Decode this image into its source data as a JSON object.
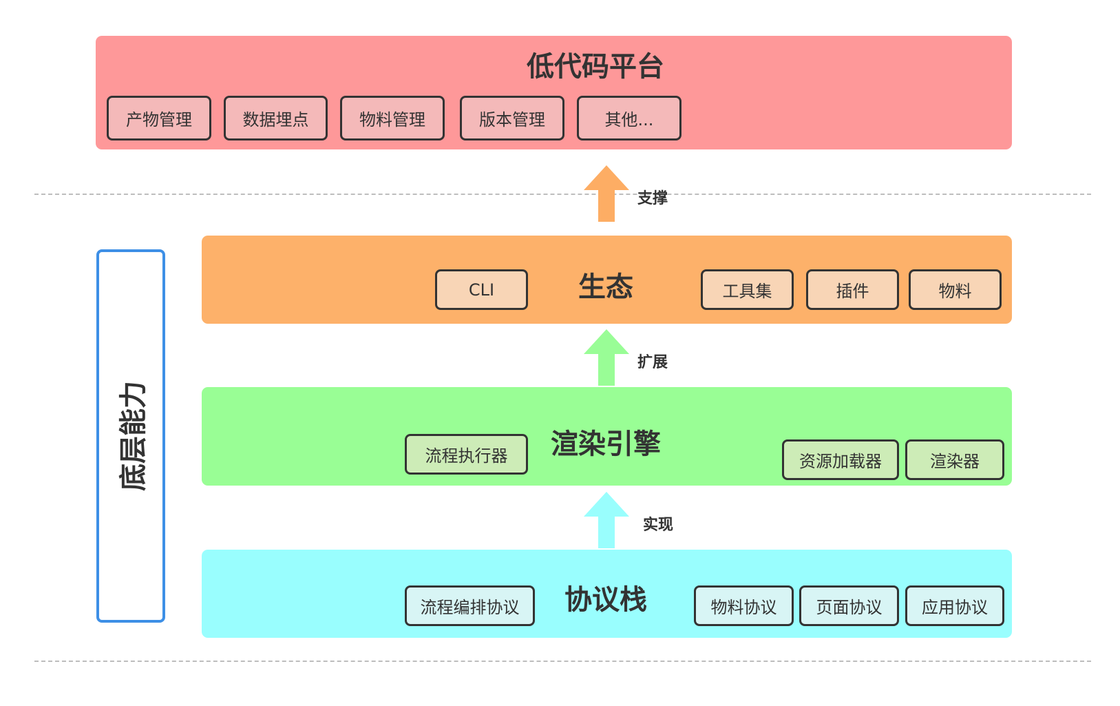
{
  "platform": {
    "title": "低代码平台",
    "color": "#fe9899",
    "chip_color": "#f4b9b9",
    "items": [
      "产物管理",
      "数据埋点",
      "物料管理",
      "版本管理",
      "其他..."
    ]
  },
  "connectors": {
    "support": {
      "label": "支撑",
      "color": "#fdad64"
    },
    "extend": {
      "label": "扩展",
      "color": "#99fd96"
    },
    "implement": {
      "label": "实现",
      "color": "#99fefd"
    }
  },
  "ecosystem": {
    "title": "生态",
    "color": "#fdb16a",
    "chip_color": "#f8d5b6",
    "items": [
      "CLI",
      "工具集",
      "插件",
      "物料"
    ]
  },
  "render_engine": {
    "title": "渲染引擎",
    "color": "#99fe95",
    "chip_color": "#cdecb7",
    "items": [
      "流程执行器",
      "资源加载器",
      "渲染器"
    ]
  },
  "protocol_stack": {
    "title": "协议栈",
    "color": "#99fefe",
    "chip_color": "#d8f5f5",
    "items": [
      "流程编排协议",
      "物料协议",
      "页面协议",
      "应用协议"
    ]
  },
  "side_panel": {
    "label": "底层能力",
    "border_color": "#3d8fe6"
  }
}
